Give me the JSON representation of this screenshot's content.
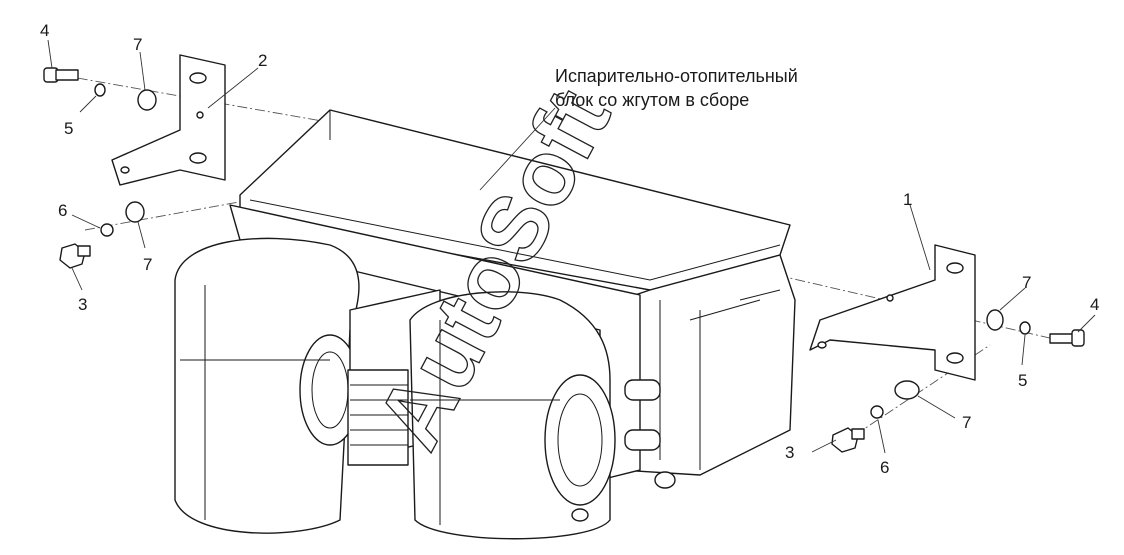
{
  "title_lines": [
    "Испарительно-отопительный",
    "блок со жгутом в сборе"
  ],
  "watermark": "AutoSoft",
  "callouts": {
    "left_bolt": "4",
    "left_bracket_top_washer": "7",
    "left_bracket": "2",
    "left_bracket_top_lock": "5",
    "left_lower_lock": "6",
    "left_lower_washer": "7",
    "left_lower_bolt": "3",
    "right_bracket": "1",
    "right_top_washer": "7",
    "right_bolt": "4",
    "right_top_lock": "5",
    "right_lower_washer": "7",
    "right_lower_bolt": "3",
    "right_lower_lock": "6"
  }
}
